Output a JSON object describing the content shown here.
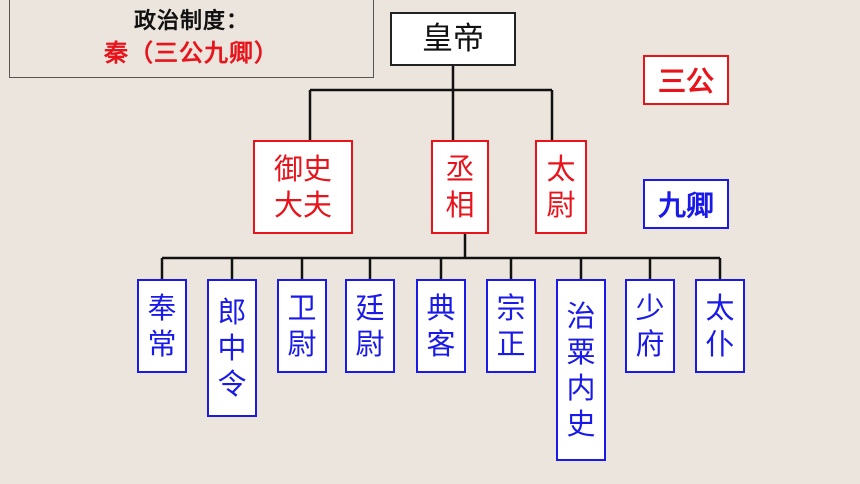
{
  "header": {
    "title": "政治制度：",
    "subtitle": "秦（三公九卿）"
  },
  "emperor": {
    "lines": [
      "皇帝"
    ]
  },
  "sangong": [
    {
      "lines": [
        "御史",
        "大夫"
      ]
    },
    {
      "lines": [
        "丞",
        "相"
      ]
    },
    {
      "lines": [
        "太",
        "尉"
      ]
    }
  ],
  "jiuqing": [
    {
      "lines": [
        "奉",
        "常"
      ]
    },
    {
      "lines": [
        "郎",
        "中",
        "令"
      ]
    },
    {
      "lines": [
        "卫",
        "尉"
      ]
    },
    {
      "lines": [
        "廷",
        "尉"
      ]
    },
    {
      "lines": [
        "典",
        "客"
      ]
    },
    {
      "lines": [
        "宗",
        "正"
      ]
    },
    {
      "lines": [
        "治",
        "粟",
        "内",
        "史"
      ]
    },
    {
      "lines": [
        "少",
        "府"
      ]
    },
    {
      "lines": [
        "太",
        "仆"
      ]
    }
  ],
  "legend": {
    "sangong_label": "三公",
    "jiuqing_label": "九卿"
  },
  "colors": {
    "background": "#ece5de",
    "sangong": "#e8141c",
    "jiuqing": "#1a1ae8",
    "emperor": "#222222"
  }
}
